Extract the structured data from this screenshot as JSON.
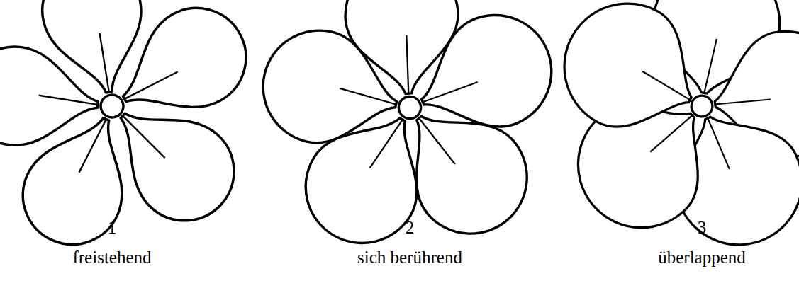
{
  "diagram": {
    "labels": [
      "1",
      "freistehend",
      "2",
      "sich berührend",
      "3",
      "überlappend"
    ]
  }
}
